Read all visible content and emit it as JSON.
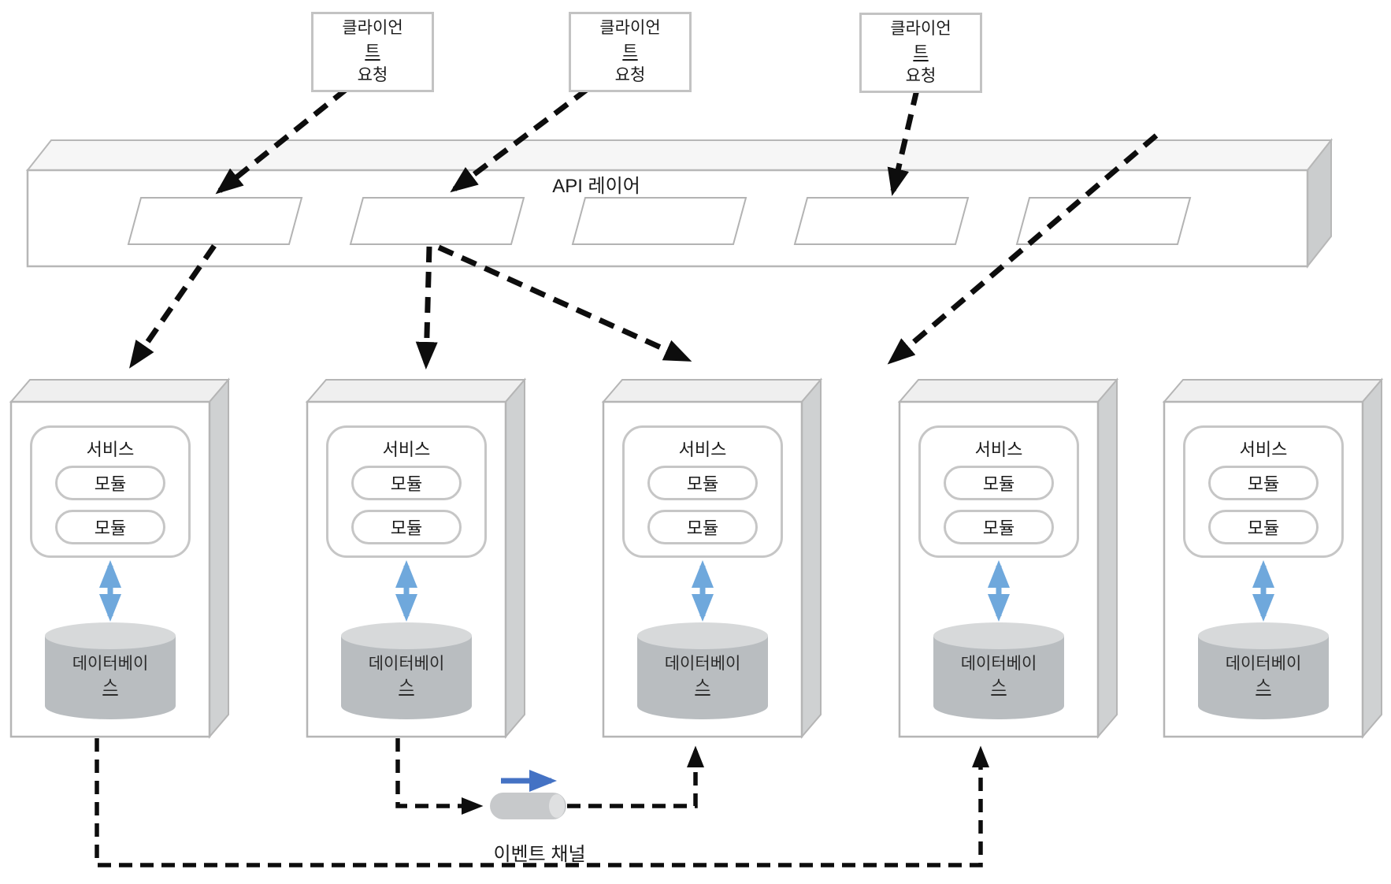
{
  "diagram_title": "Microservices architecture (Korean)",
  "clients": [
    {
      "line1": "클라이언",
      "line2": "트",
      "line3": "요청"
    },
    {
      "line1": "클라이언",
      "line2": "트",
      "line3": "요청"
    },
    {
      "line1": "클라이언",
      "line2": "트",
      "line3": "요청"
    }
  ],
  "api_layer": {
    "label": "API 레이어",
    "slot_count": 5
  },
  "services": [
    {
      "title": "서비스",
      "module1": "모듈",
      "module2": "모듈",
      "db_line1": "데이터베이",
      "db_line2": "스"
    },
    {
      "title": "서비스",
      "module1": "모듈",
      "module2": "모듈",
      "db_line1": "데이터베이",
      "db_line2": "스"
    },
    {
      "title": "서비스",
      "module1": "모듈",
      "module2": "모듈",
      "db_line1": "데이터베이",
      "db_line2": "스"
    },
    {
      "title": "서비스",
      "module1": "모듈",
      "module2": "모듈",
      "db_line1": "데이터베이",
      "db_line2": "스"
    },
    {
      "title": "서비스",
      "module1": "모듈",
      "module2": "모듈",
      "db_line1": "데이터베이",
      "db_line2": "스"
    }
  ],
  "event_channel": {
    "label": "이벤트 채널"
  },
  "colors": {
    "box_border": "#bcbcbc",
    "side_face": "#cfd1d2",
    "top_face": "#efefef",
    "db_body": "#b9bdc0",
    "db_top": "#d7d9da",
    "pipe": "#c7c9cb",
    "service_db_arrow_blue": "#6fa8dc",
    "event_flow_blue": "#4472c4",
    "dashed_line": "#0d0d0d"
  }
}
